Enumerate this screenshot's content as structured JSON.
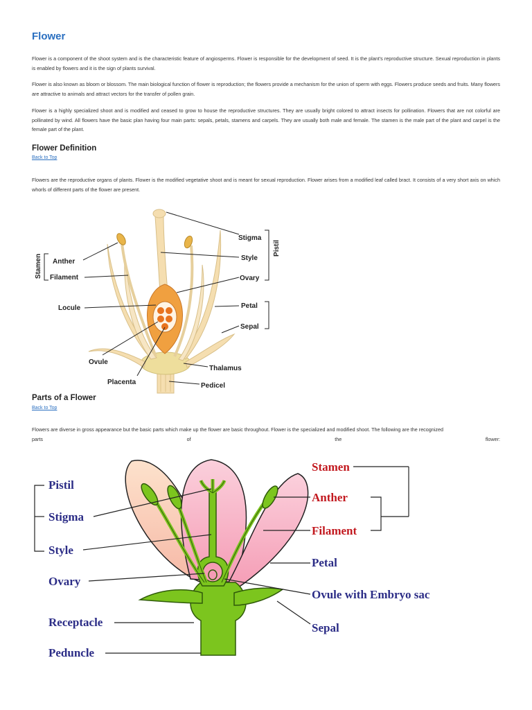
{
  "title": "Flower",
  "intro_paragraphs": [
    "Flower is a component of the shoot system and is the characteristic feature of angiosperms. Flower is responsible for the development of seed. It is the plant's reproductive structure. Sexual reproduction in plants is enabled by flowers and it is the sign of plants survival.",
    "Flower is also known as bloom or blossom. The main biological function of flower is reproduction; the flowers provide a mechanism for the union of sperm with eggs. Flowers produce seeds and fruits. Many flowers are attractive to animals and attract vectors for the transfer of pollen grain.",
    "Flower is a highly specialized shoot and is modified and ceased to grow to house the reproductive structures.  They are usually bright colored to attract insects for pollination.  Flowers that are not colorful are pollinated by wind. All flowers have the basic plan having four main parts: sepals, petals, stamens and carpels. They are usually both male and female. The stamen is the male part of the plant and carpel is the female part of the plant."
  ],
  "definition": {
    "heading": "Flower Definition",
    "back_link": "Back to Top",
    "paragraph": "Flowers are the reproductive organs of plants. Flower is the modified vegetative shoot and is meant for sexual reproduction. Flower arises from a modified leaf called bract. It consists of a very short axis on which whorls of different parts of the flower are present."
  },
  "diagram1": {
    "labels": {
      "stamen": "Stamen",
      "anther": "Anther",
      "filament": "Filament",
      "locule": "Locule",
      "ovule": "Ovule",
      "placenta": "Placenta",
      "stigma": "Stigma",
      "style": "Style",
      "ovary": "Ovary",
      "pistil": "Pistil",
      "petal": "Petal",
      "sepal": "Sepal",
      "thalamus": "Thalamus",
      "pedicel": "Pedicel"
    },
    "colors": {
      "flower_base": "#f5deb0",
      "ovary_fill": "#f0a040",
      "locule_fill": "#e8731e"
    }
  },
  "parts": {
    "heading": "Parts of a Flower",
    "back_link": "Back to Top",
    "paragraph_main": "Flowers are diverse in gross appearance but the basic parts which make up the flower are basic throughout. Flower is the specialized and modified shoot. The following are the recognized",
    "paragraph_last": [
      "parts",
      "of",
      "the",
      "flower:"
    ]
  },
  "diagram2": {
    "labels": {
      "pistil": "Pistil",
      "stigma": "Stigma",
      "style": "Style",
      "ovary": "Ovary",
      "receptacle": "Receptacle",
      "peduncle": "Peduncle",
      "stamen": "Stamen",
      "anther": "Anther",
      "filament": "Filament",
      "petal": "Petal",
      "ovule": "Ovule with Embryo sac",
      "sepal": "Sepal"
    },
    "colors": {
      "petal_pink": "#f7b9c6",
      "petal_peach": "#fbd3b8",
      "green": "#7cc51e",
      "blue_label": "#2b2c86",
      "red_label": "#c2191f"
    }
  }
}
